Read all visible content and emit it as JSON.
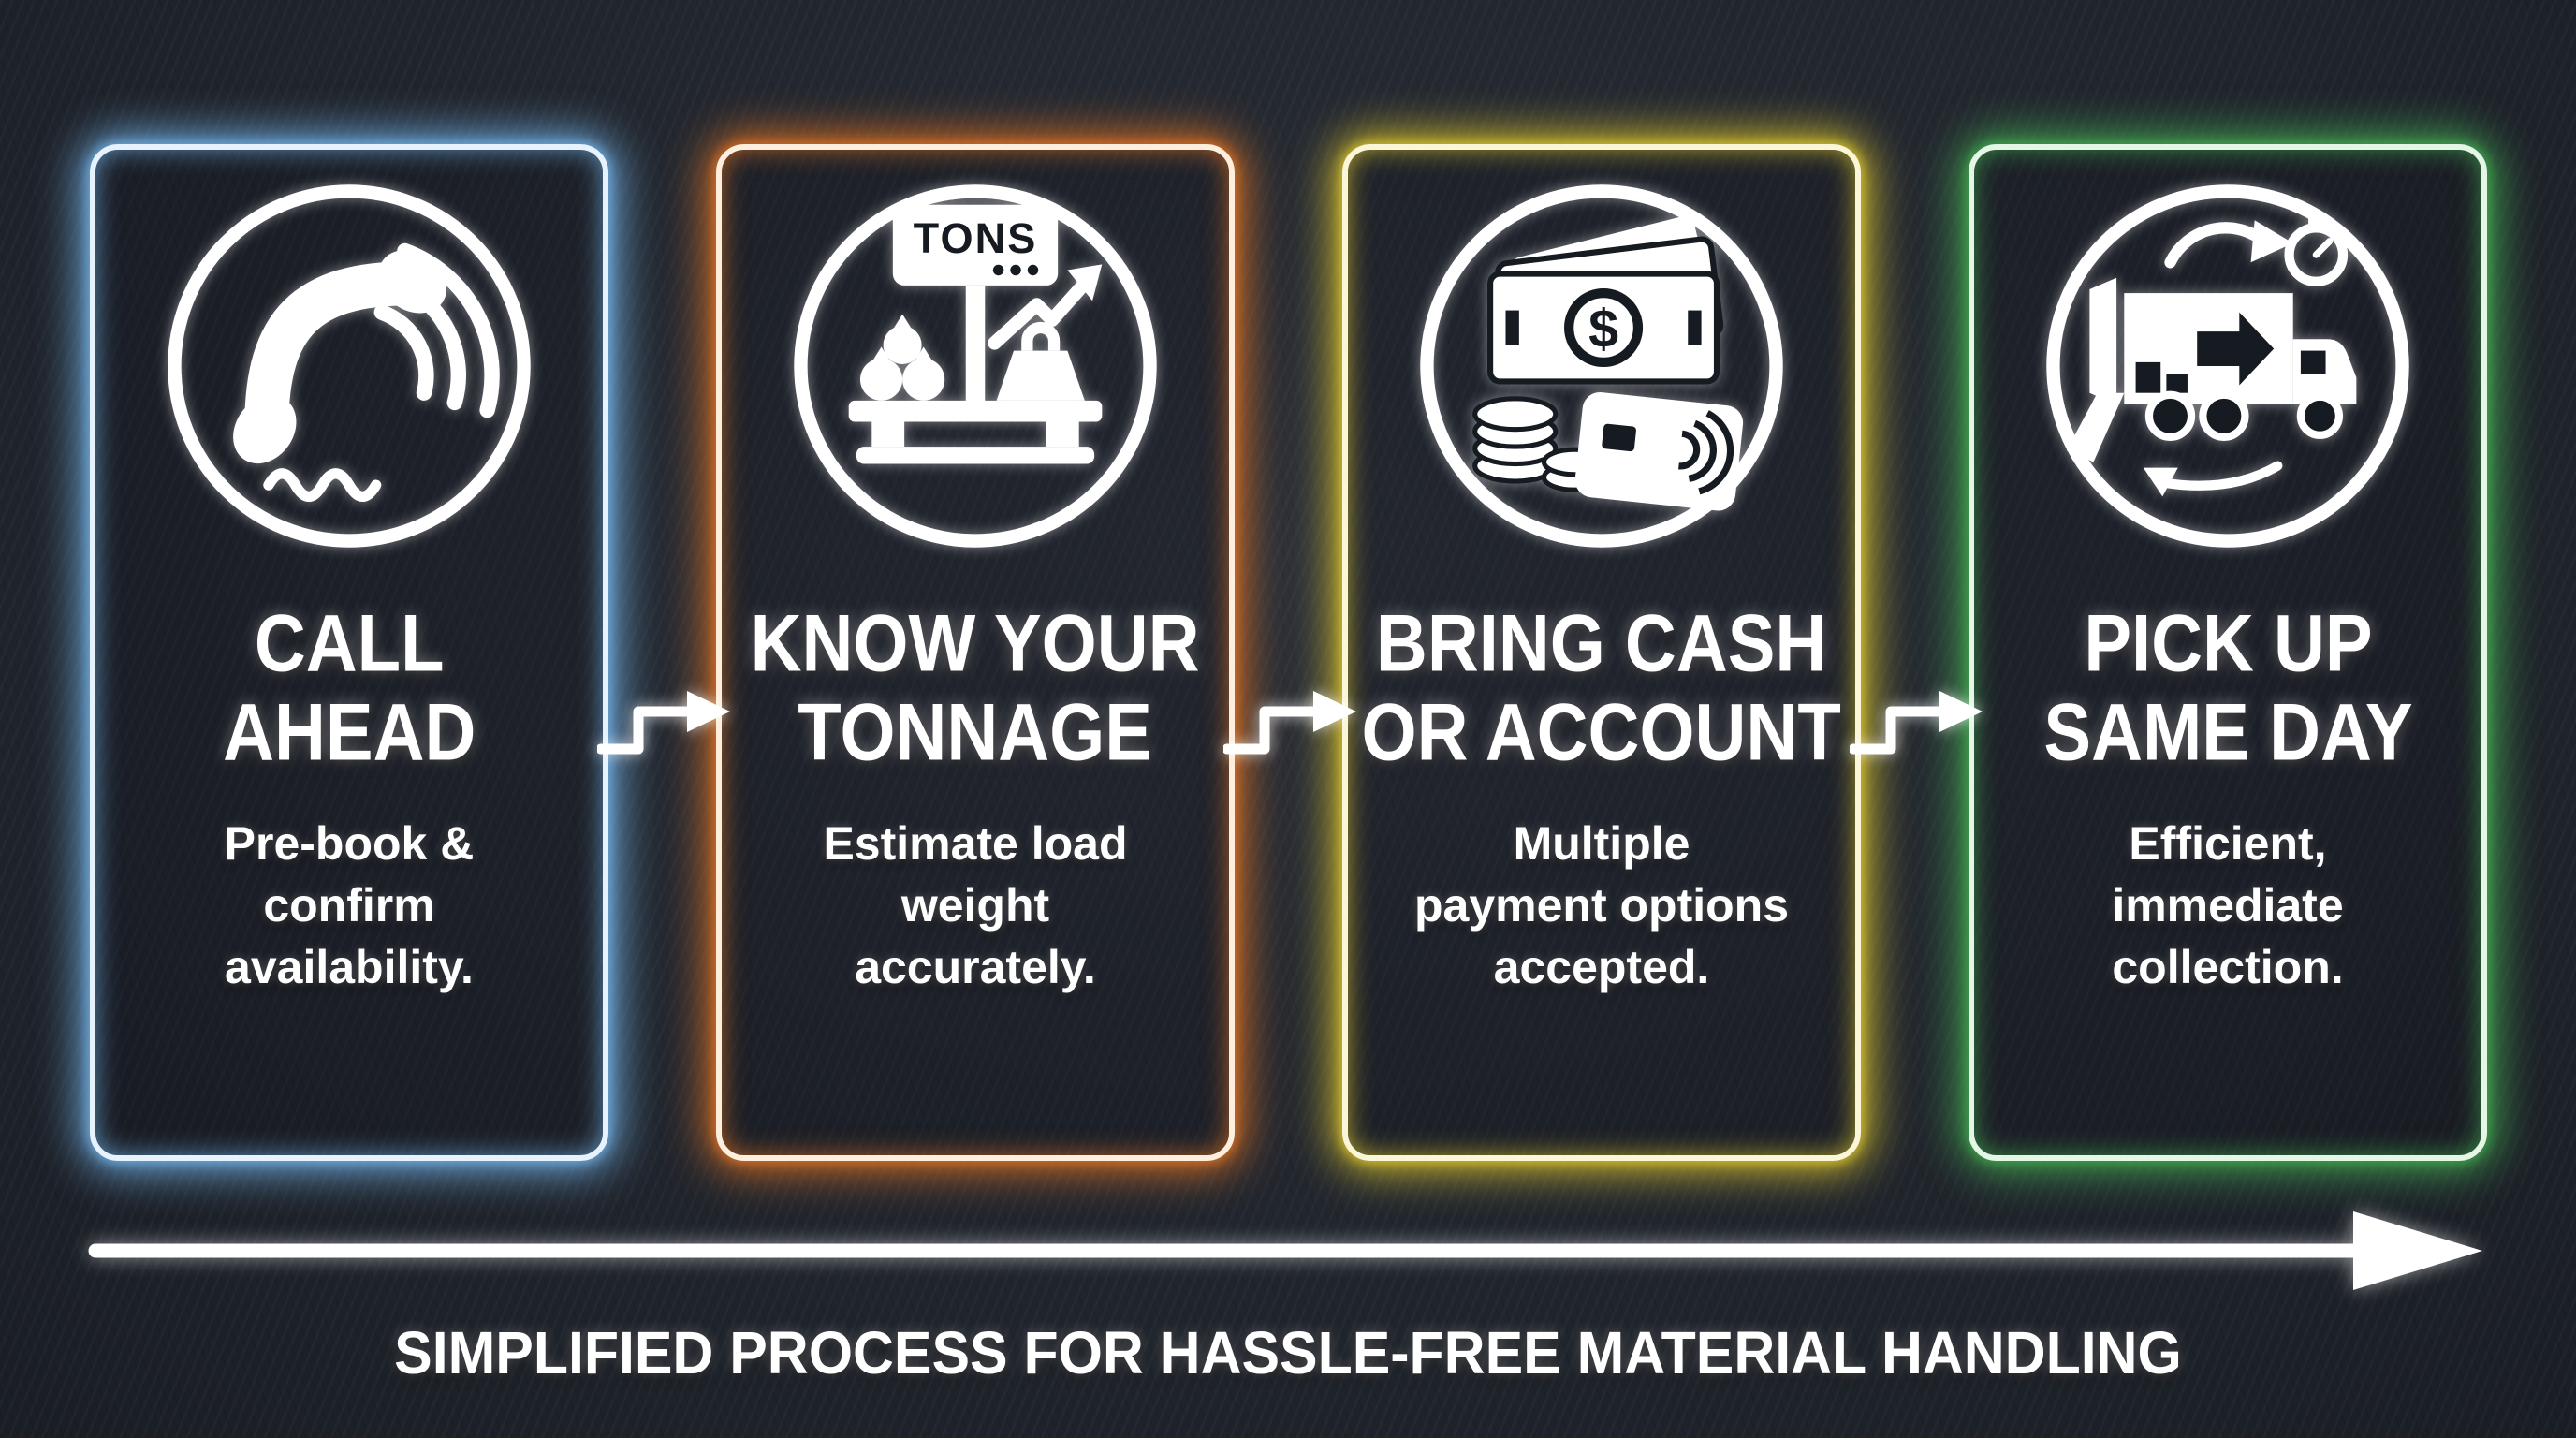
{
  "steps": [
    {
      "title_lines": [
        "CALL",
        "AHEAD"
      ],
      "description_lines": [
        "Pre-book &",
        "confirm",
        "availability."
      ],
      "icon": "phone-icon",
      "accent": "#6ea9da",
      "border": "#e6f2fd"
    },
    {
      "title_lines": [
        "KNOW YOUR",
        "TONNAGE"
      ],
      "description_lines": [
        "Estimate load",
        "weight",
        "accurately."
      ],
      "icon": "weighbridge-scale-icon",
      "icon_label": "TONS",
      "accent": "#cf6d26",
      "border": "#fdeedd"
    },
    {
      "title_lines": [
        "BRING CASH",
        "OR ACCOUNT"
      ],
      "description_lines": [
        "Multiple",
        "payment options",
        "accepted."
      ],
      "icon": "cash-and-card-icon",
      "icon_label": "$",
      "accent": "#cfba2e",
      "border": "#fbf6d8"
    },
    {
      "title_lines": [
        "PICK UP",
        "SAME DAY"
      ],
      "description_lines": [
        "Efficient,",
        "immediate",
        "collection."
      ],
      "icon": "pickup-truck-icon",
      "accent": "#41a04e",
      "border": "#e4f6e6"
    }
  ],
  "footer": {
    "caption": "SIMPLIFIED PROCESS FOR HASSLE-FREE MATERIAL HANDLING"
  },
  "colors": {
    "background": "#1b1f26",
    "text": "#ffffff",
    "arrow": "#ffffff"
  }
}
